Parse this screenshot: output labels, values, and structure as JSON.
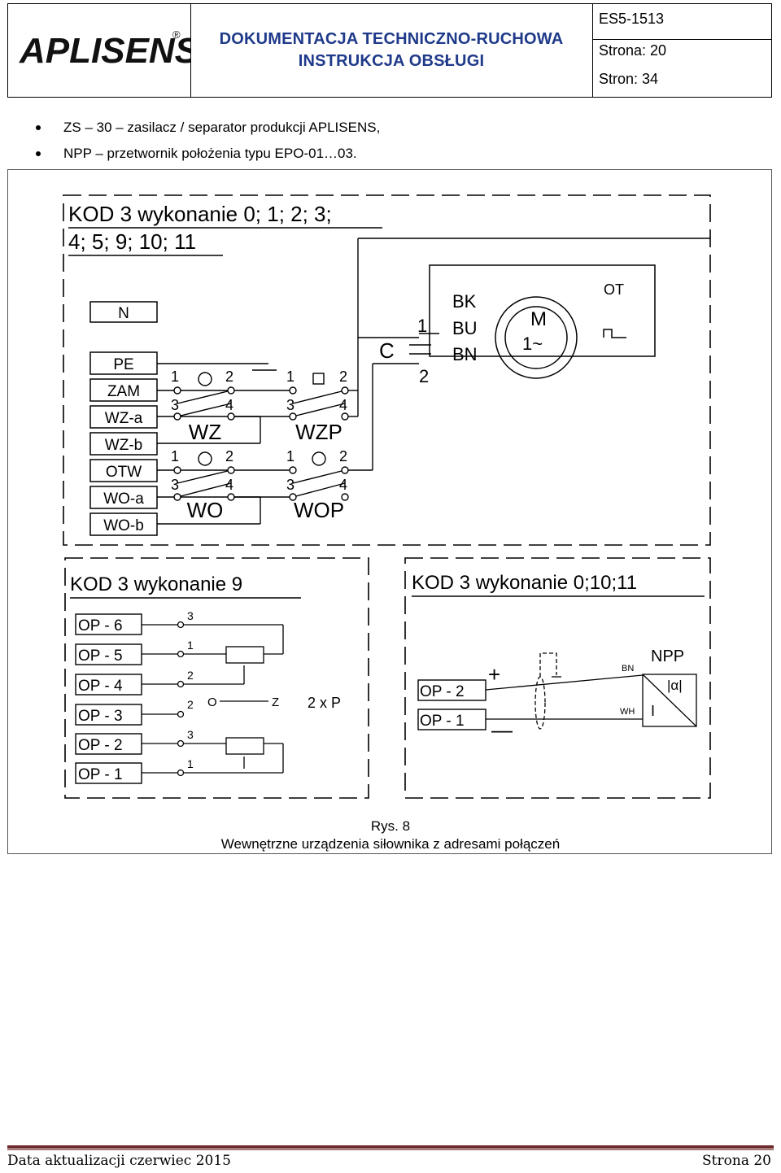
{
  "header": {
    "logo_text": "APLISENS",
    "logo_mark": "®",
    "title_line1": "DOKUMENTACJA TECHNICZNO-RUCHOWA",
    "title_line2": "INSTRUKCJA OBSŁUGI",
    "doc_code": "ES5-1513",
    "page": "Strona: 20",
    "pages": "Stron: 34"
  },
  "bullets": [
    "ZS – 30 – zasilacz / separator produkcji APLISENS,",
    "NPP – przetwornik położenia typu EPO-01…03."
  ],
  "diagram_top": {
    "title1": "KOD 3 wykonanie 0; 1; 2; 3;",
    "title2": "4; 5; 9; 10; 11",
    "terminals": [
      "N",
      "PE",
      "ZAM",
      "WZ-a",
      "WZ-b",
      "OTW",
      "WO-a",
      "WO-b"
    ],
    "switches": [
      "WZ",
      "WZP",
      "WO",
      "WOP"
    ],
    "contact_numbers": [
      "1",
      "2",
      "3",
      "4"
    ],
    "motor_labels": [
      "BK",
      "BU",
      "BN",
      "OT",
      "M",
      "1~",
      "C",
      "1",
      "2"
    ]
  },
  "diagram_left": {
    "title": "KOD 3 wykonanie  9",
    "terminals": [
      "OP - 6",
      "OP - 5",
      "OP - 4",
      "OP - 3",
      "OP - 2",
      "OP - 1"
    ],
    "pins": [
      "3",
      "1",
      "2",
      "2",
      "3",
      "1"
    ],
    "o_label": "O",
    "z_label": "Z",
    "pot_label": "2 x P"
  },
  "diagram_right": {
    "title": "KOD 3 wykonanie 0;10;11",
    "terminals": [
      "OP - 2",
      "OP - 1"
    ],
    "plus": "+",
    "minus": "—",
    "bn": "BN",
    "wh": "WH",
    "npp": "NPP",
    "alpha": "|α|",
    "i": "I"
  },
  "caption": {
    "line1": "Rys. 8",
    "line2": "Wewnętrzne urządzenia siłownika z adresami połączeń"
  },
  "footer": {
    "left": "Data aktualizacji czerwiec 2015",
    "right": "Strona 20"
  },
  "colors": {
    "header_title": "#1f3a8a",
    "footer_rule": "#6d2b2b"
  }
}
